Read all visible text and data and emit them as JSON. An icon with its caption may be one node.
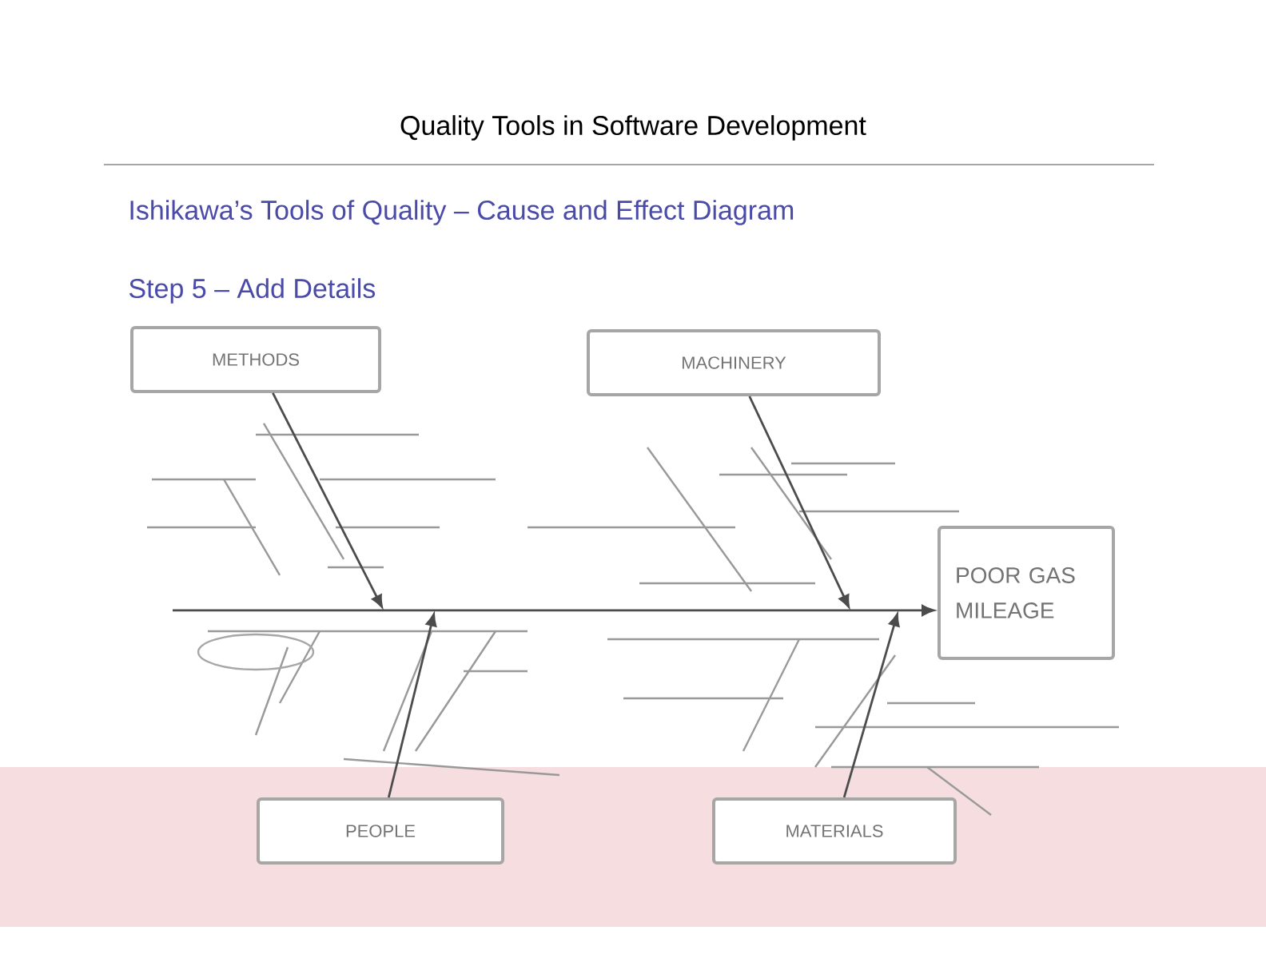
{
  "diagram": {
    "title": "Quality Tools in Software Development",
    "nodes": [
      {
        "text": [
          "METHODS"
        ]
      },
      {
        "text": [
          "MACHINERY"
        ]
      },
      {
        "text": [
          "POOR GAS MILEAGE"
        ]
      },
      {
        "text": [
          "PEOPLE"
        ]
      },
      {
        "text": [
          "MATERIALS"
        ]
      }
    ],
    "edges": [
      {
        "from": null,
        "to": 2,
        "arrow": "to"
      },
      {
        "from": 0,
        "to": null,
        "arrow": "to"
      },
      {
        "from": 1,
        "to": null,
        "arrow": "to"
      },
      {
        "from": 3,
        "to": null,
        "arrow": "to"
      },
      {
        "from": 4,
        "to": null,
        "arrow": "to"
      }
    ],
    "labels": [
      "Ishikawa’s Tools of Quality – Cause and Effect Diagram",
      "Step 5 – Add Details"
    ]
  }
}
